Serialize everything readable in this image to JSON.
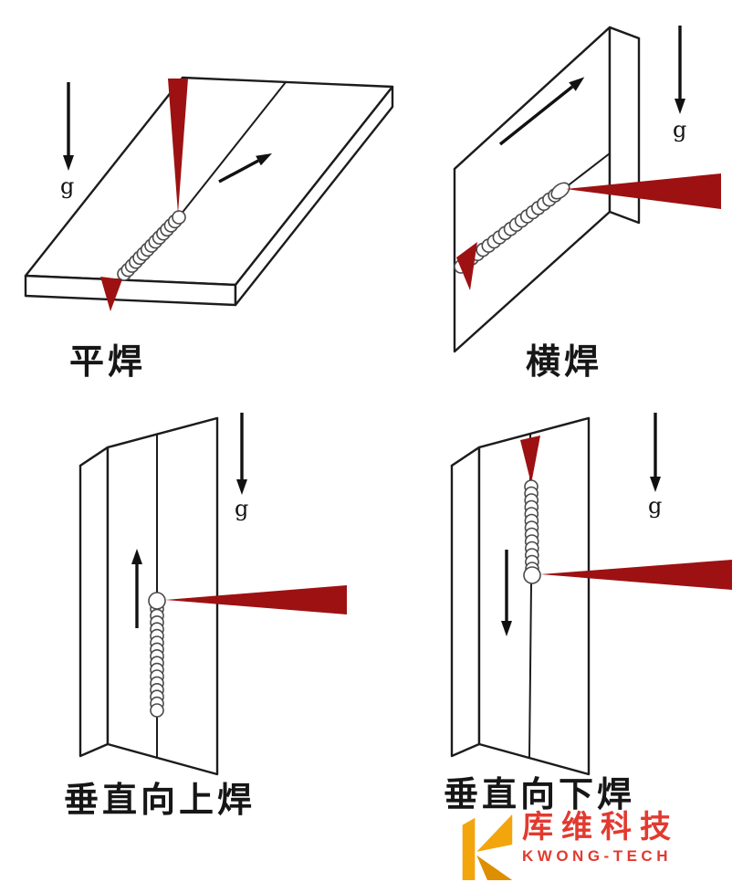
{
  "colors": {
    "line": "#1c1c1c",
    "torch_red": "#9d1112",
    "logo_red": "#e23a30",
    "logo_gold": "#f2a50c",
    "logo_gold_dark": "#de8f00",
    "seam_stroke": "#4a4a4a"
  },
  "gravity_label": "g",
  "panels": [
    {
      "name": "flat-weld",
      "label": "平焊"
    },
    {
      "name": "horizontal-weld",
      "label": "横焊"
    },
    {
      "name": "vertical-up-weld",
      "label": "垂直向上焊"
    },
    {
      "name": "vertical-down-weld",
      "label": "垂直向下焊"
    }
  ],
  "logo": {
    "cn": "库维科技",
    "en": "KWONG-TECH"
  }
}
